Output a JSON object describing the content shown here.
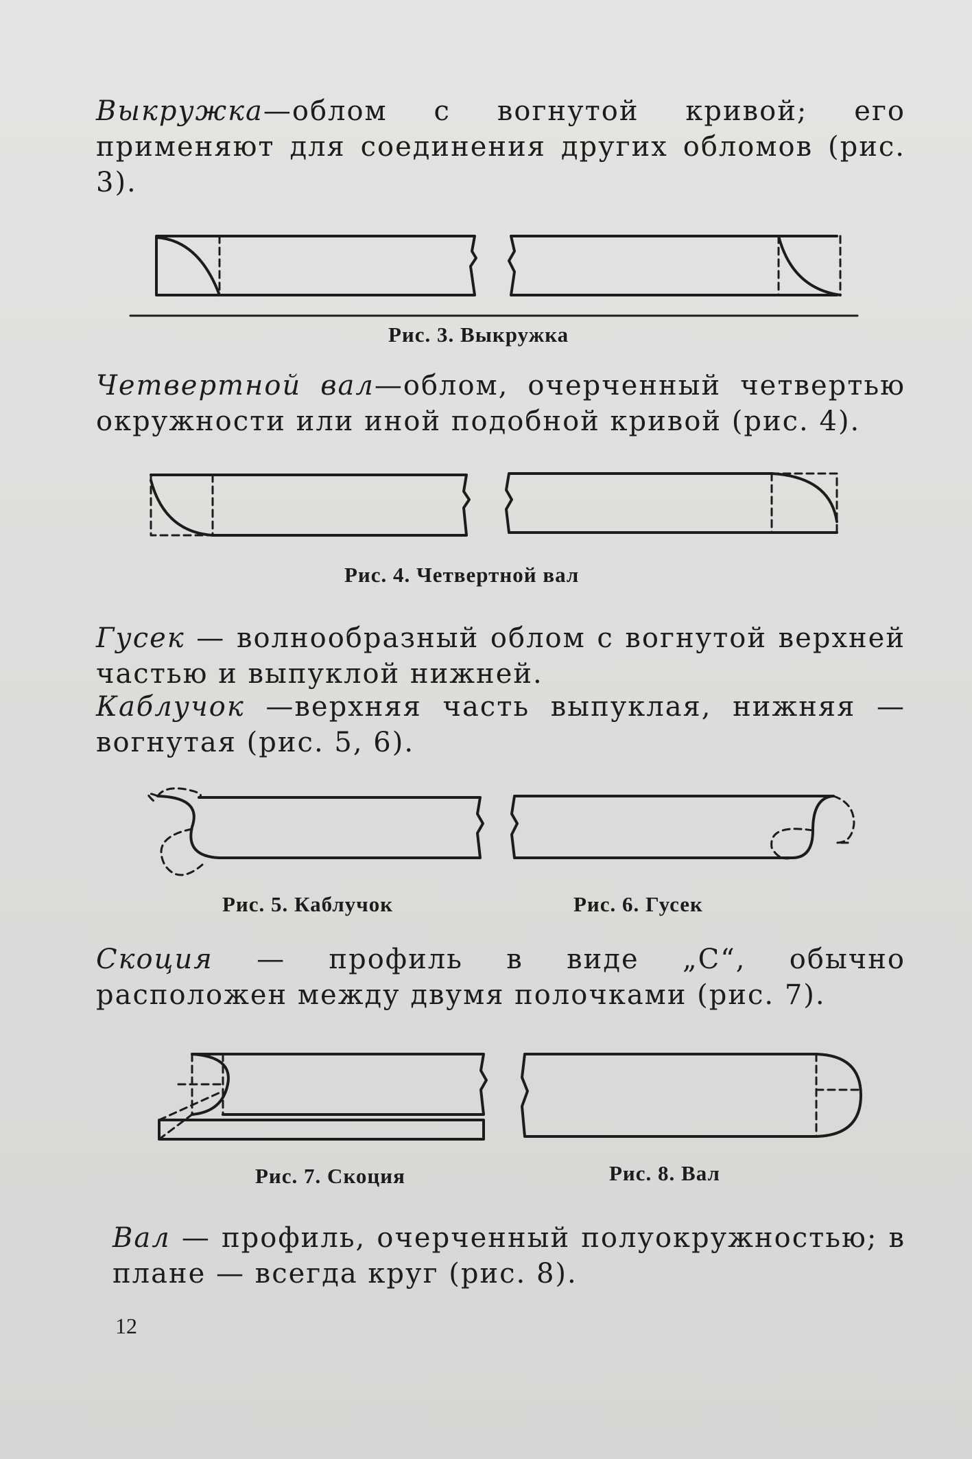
{
  "paragraphs": {
    "vykruzhka": {
      "term": "Выкружка",
      "text": "—облом с вогнутой кривой; его применяют для соединения других обломов (рис. 3)."
    },
    "chetvertnoy_val": {
      "term": "Четвертной вал",
      "text": "—облом, очерченный четвертью окружности или иной подобной кривой (рис. 4)."
    },
    "gusek": {
      "term": "Гусек",
      "text": " — волнообразный облом с вогнутой верхней частью и выпуклой нижней."
    },
    "kabluchok": {
      "term": "Каблучок",
      "text": " —верхняя часть выпуклая, нижняя — вогнутая (рис. 5, 6)."
    },
    "skotsiya": {
      "term": "Скоция",
      "text": " — профиль в виде „С“, обычно расположен между двумя полочками (рис. 7)."
    },
    "val": {
      "term": "Вал",
      "text": " — профиль, очерченный полуокружностью; в плане — всегда круг (рис. 8)."
    }
  },
  "captions": {
    "fig3": "Рис. 3. Выкружка",
    "fig4": "Рис. 4. Четвертной вал",
    "fig5": "Рис. 5. Каблучок",
    "fig6": "Рис. 6. Гусек",
    "fig7": "Рис. 7. Скоция",
    "fig8": "Рис. 8. Вал"
  },
  "page_number": "12"
}
